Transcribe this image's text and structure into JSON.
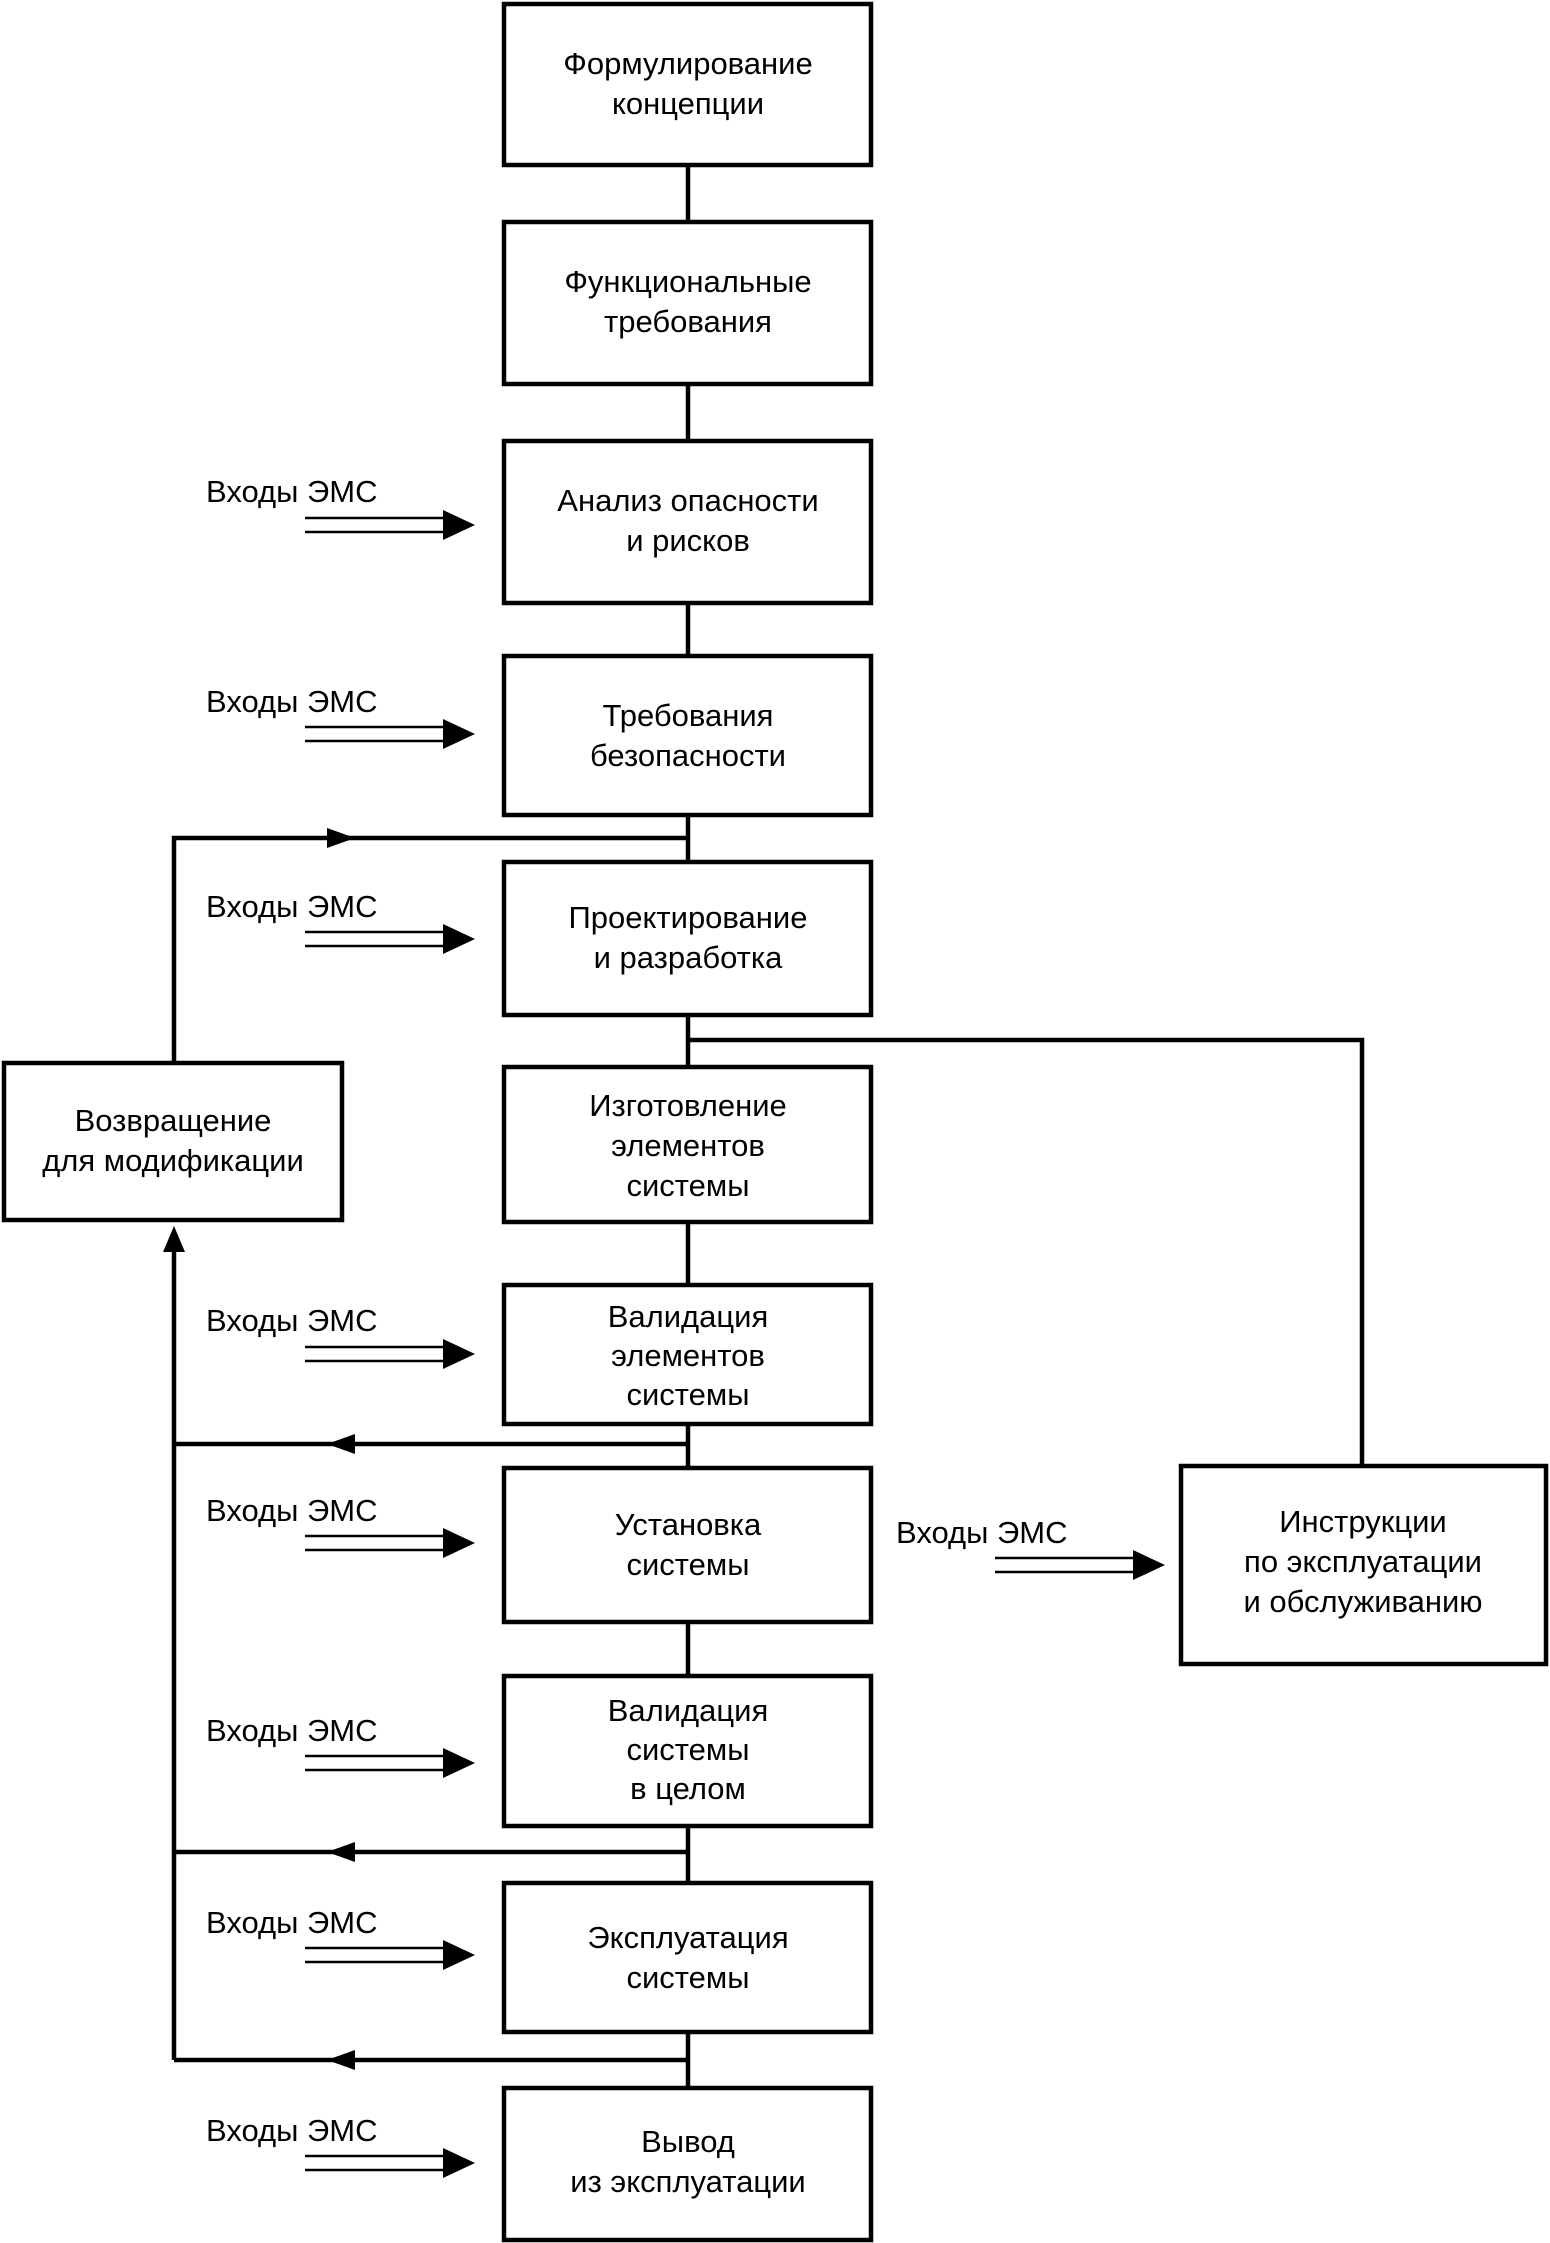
{
  "stages": {
    "concept": [
      "Формулирование",
      "концепции"
    ],
    "functional_requirements": [
      "Функциональные",
      "требования"
    ],
    "hazard_risk_analysis": [
      "Анализ опасности",
      "и рисков"
    ],
    "safety_requirements": [
      "Требования",
      "безопасности"
    ],
    "design_development": [
      "Проектирование",
      "и разработка"
    ],
    "manufacture_elements": [
      "Изготовление",
      "элементов",
      "системы"
    ],
    "validation_elements": [
      "Валидация",
      "элементов",
      "системы"
    ],
    "installation": [
      "Установка",
      "системы"
    ],
    "validation_system": [
      "Валидация",
      "системы",
      "в целом"
    ],
    "operation": [
      "Эксплуатация",
      "системы"
    ],
    "decommissioning": [
      "Вывод",
      "из эксплуатации"
    ]
  },
  "side_boxes": {
    "return_for_modification": [
      "Возвращение",
      "для модификации"
    ],
    "operating_instructions": [
      "Инструкции",
      "по эксплуатации",
      "и обслуживанию"
    ]
  },
  "emc_input_label": "Входы ЭМС"
}
